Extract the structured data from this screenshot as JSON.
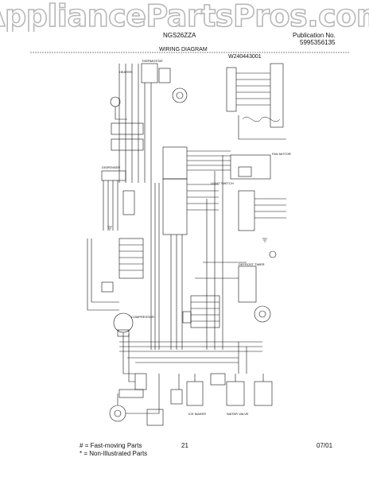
{
  "watermark": {
    "text": "AppliancePartsPros.com"
  },
  "header": {
    "model": "NGS26ZZA",
    "publication_label": "Publication No.",
    "publication_number": "5995356135",
    "section_title": "WIRING DIAGRAM",
    "diagram_code": "W240443001"
  },
  "footer": {
    "legend": [
      {
        "symbol": "#",
        "text": "= Fast-moving Parts"
      },
      {
        "symbol": "*",
        "text": "= Non-Illustrated Parts"
      }
    ],
    "page_number": "21",
    "date": "07/01"
  },
  "diagram_labels": {
    "heater": "HEATER",
    "fan_motor": "FAN MOTOR",
    "compressor": "COMPRESSOR",
    "defrost_timer": "DEFROST TIMER",
    "light_switch": "LIGHT SWITCH",
    "dispenser": "DISPENSER",
    "ice_maker": "ICE MAKER",
    "water_valve": "WATER VALVE",
    "thermostat": "THERMOSTAT"
  }
}
